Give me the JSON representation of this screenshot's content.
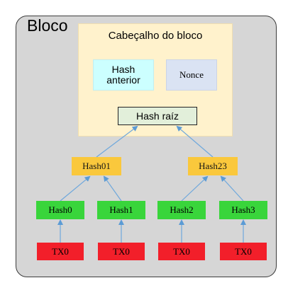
{
  "block": {
    "title": "Bloco"
  },
  "header": {
    "title": "Cabeçalho do bloco",
    "prev_hash": "Hash\nanterior",
    "nonce": "Nonce",
    "root_hash": "Hash raíz"
  },
  "level1": [
    "Hash01",
    "Hash23"
  ],
  "level2": [
    "Hash0",
    "Hash1",
    "Hash2",
    "Hash3"
  ],
  "transactions": [
    "TX0",
    "TX0",
    "TX0",
    "TX0"
  ],
  "colors": {
    "frame": "#d6d6d6",
    "header": "#fff2cc",
    "prev_hash": "#ccffff",
    "nonce": "#dae3f3",
    "root_hash": "#e2efda",
    "level1": "#ffc72c",
    "level2": "#39d53b",
    "transactions": "#f21f2a",
    "arrow": "#5b9bd5"
  }
}
